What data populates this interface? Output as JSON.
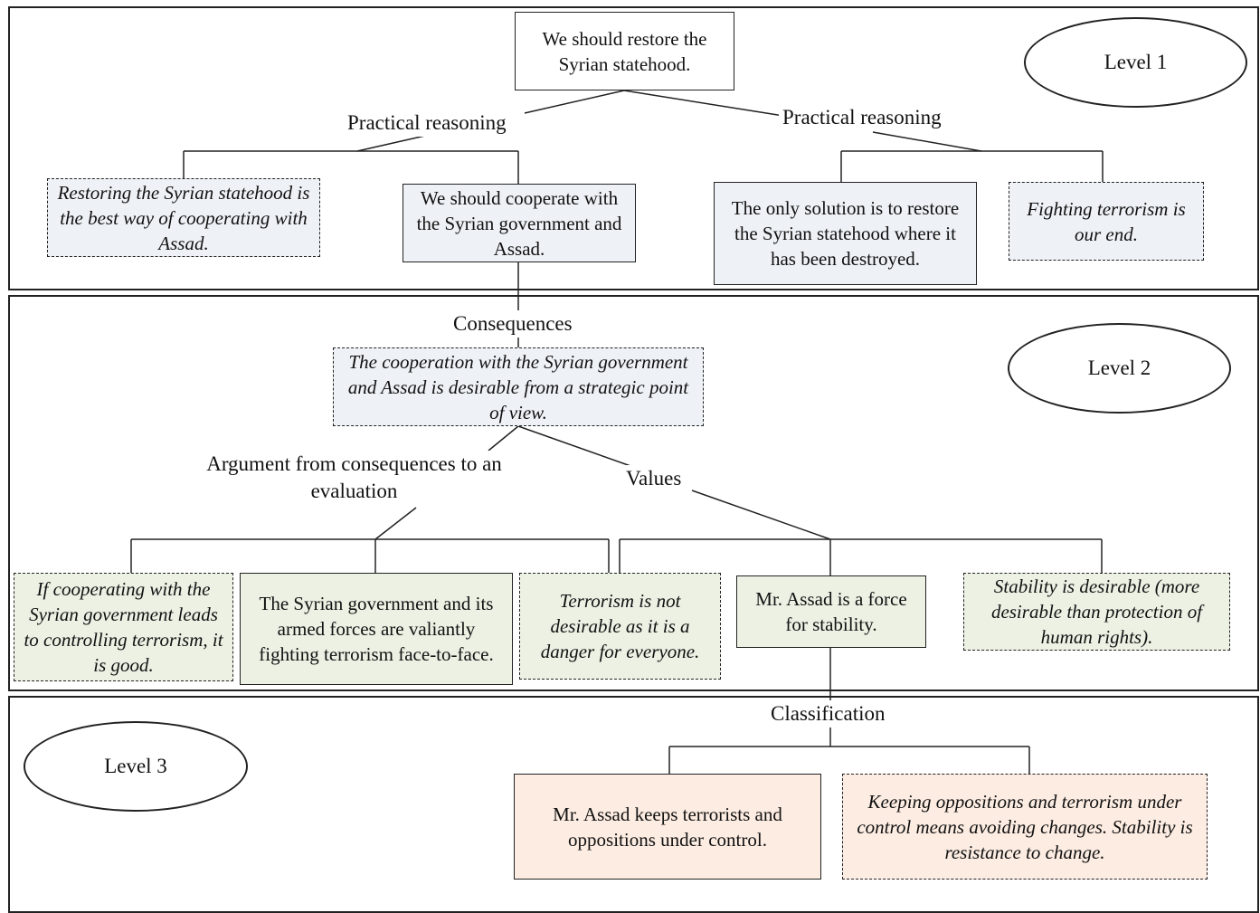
{
  "levels": {
    "level1": "Level 1",
    "level2": "Level 2",
    "level3": "Level 3"
  },
  "level1": {
    "root": "We should restore the Syrian statehood.",
    "left_scheme": "Practical reasoning",
    "right_scheme": "Practical reasoning",
    "premise_left_a": "Restoring the Syrian statehood is the best way of cooperating with Assad.",
    "premise_left_b": "We should cooperate with the Syrian government and Assad.",
    "premise_right_a": "The only solution is to restore the Syrian statehood where it has been destroyed.",
    "premise_right_b": "Fighting terrorism is our end."
  },
  "level2": {
    "consequences_label": "Consequences",
    "desirability": "The cooperation with the Syrian government and Assad is desirable from a strategic point of view.",
    "scheme_consequences": "Argument from consequences to an evaluation",
    "scheme_values": "Values",
    "premise_a": "If cooperating with the Syrian government leads to controlling terrorism, it is good.",
    "premise_b": "The Syrian government and its armed forces are valiantly fighting terrorism face-to-face.",
    "premise_c": "Terrorism is not desirable as it is a danger for everyone.",
    "premise_d": "Mr. Assad is a force for stability.",
    "premise_e": "Stability is desirable (more desirable than protection of human rights)."
  },
  "level3": {
    "classification_label": "Classification",
    "premise_a": "Mr. Assad keeps terrorists and oppositions under control.",
    "premise_b": "Keeping oppositions and terrorism under control means avoiding changes. Stability is resistance to change."
  }
}
